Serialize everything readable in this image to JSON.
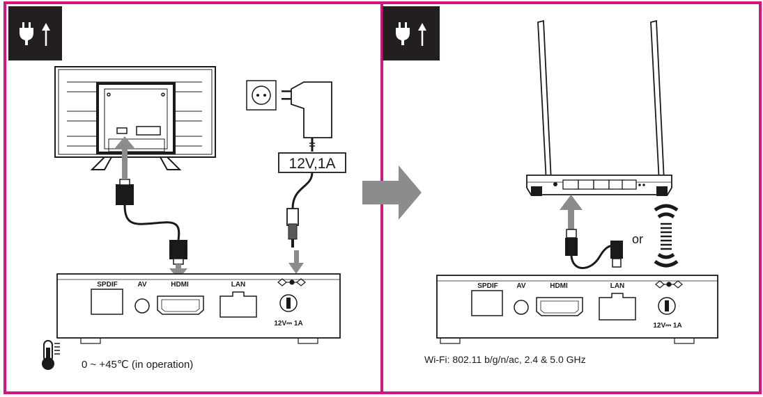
{
  "colors": {
    "frame": "#d4147f",
    "badge": "#231f20",
    "arrow": "#8c8c8c",
    "ink": "#1a1a1a"
  },
  "icons": {
    "power_badge": "plug-with-arrow-icon",
    "temperature": "thermometer-icon",
    "wireless": "wifi-signal-icon",
    "socket": "wall-socket-icon",
    "step_arrow": "right-arrow-icon"
  },
  "left_panel": {
    "adapter_label": "12V,1A",
    "ports": {
      "spdif": "SPDIF",
      "av": "AV",
      "hdmi": "HDMI",
      "lan": "LAN",
      "power": "12V⎓ 1A"
    },
    "temperature_note": "0 ~ +45℃ (in operation)"
  },
  "right_panel": {
    "or_label": "or",
    "ports": {
      "spdif": "SPDIF",
      "av": "AV",
      "hdmi": "HDMI",
      "lan": "LAN",
      "power": "12V⎓ 1A"
    },
    "wifi_note": "Wi‑Fi: 802.11 b/g/n/ac, 2.4 & 5.0 GHz"
  }
}
